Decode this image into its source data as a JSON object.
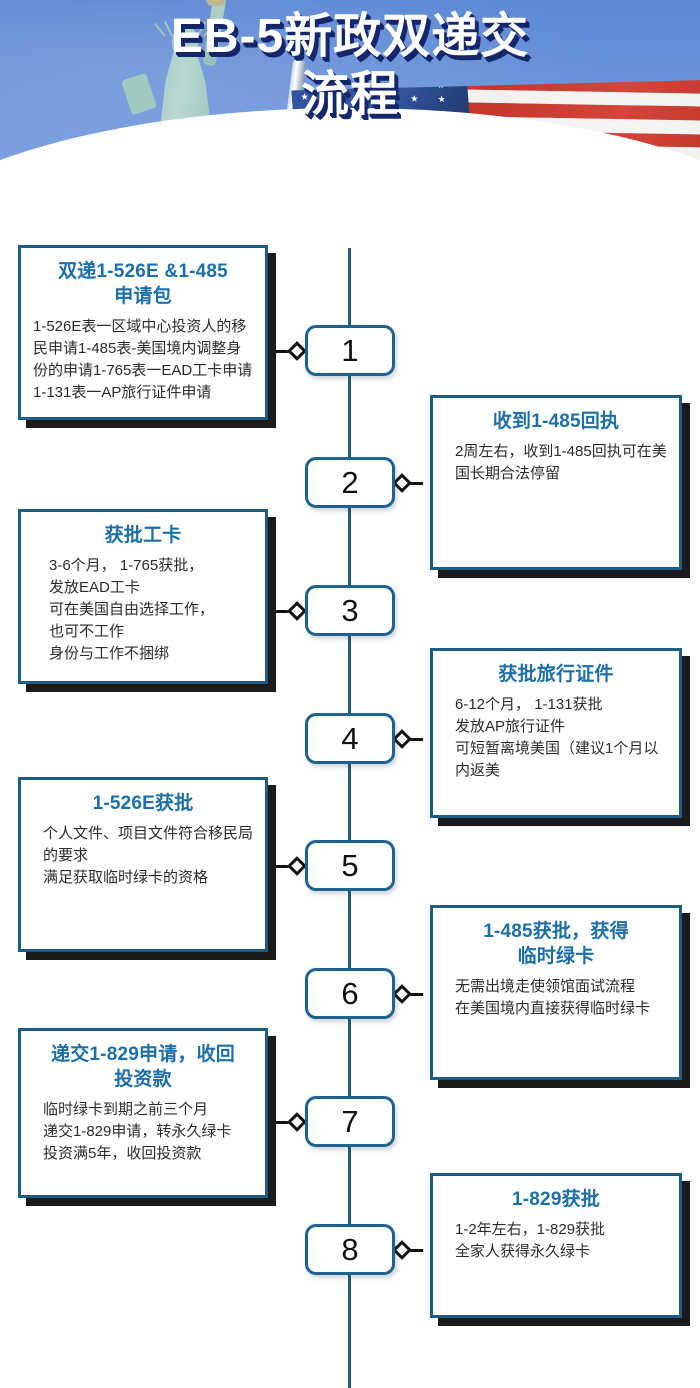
{
  "header": {
    "title_line1": "EB-5新政双递交",
    "title_line2": "流程",
    "imagery": [
      "statue-of-liberty",
      "us-flag",
      "flagpole"
    ],
    "colors": {
      "sky": "#6d95da",
      "band": "#dde4ee"
    }
  },
  "theme": {
    "card_border": "#1c5e83",
    "card_shadow": "#1b1b1b",
    "heading_text": "#1c6fa8",
    "body_text": "#2c2c2c",
    "badge_border": "#1f628c",
    "spine": "#1d5f86",
    "connector": "#111111"
  },
  "flow": {
    "steps": [
      {
        "number": "1",
        "side": "left",
        "heading": "双递1-526E &1-485\n申请包",
        "body": "1-526E表一区域中心投资人的移民申请1-485表-美国境内调整身份的申请1-765表一EAD工卡申请1-131表一AP旅行证件申请"
      },
      {
        "number": "2",
        "side": "right",
        "heading": "收到1-485回执",
        "body": "2周左右，收到1-485回执可在美国长期合法停留"
      },
      {
        "number": "3",
        "side": "left",
        "heading": "获批工卡",
        "body": "3-6个月， 1-765获批，\n发放EAD工卡\n可在美国自由选择工作，\n也可不工作\n身份与工作不捆绑"
      },
      {
        "number": "4",
        "side": "right",
        "heading": "获批旅行证件",
        "body": "6-12个月， 1-131获批\n发放AP旅行证件\n可短暂离境美国（建议1个月以内返美"
      },
      {
        "number": "5",
        "side": "left",
        "heading": "1-526E获批",
        "body": "个人文件、项目文件符合移民局的要求\n满足获取临时绿卡的资格"
      },
      {
        "number": "6",
        "side": "right",
        "heading": "1-485获批，获得\n临时绿卡",
        "body": "无需出境走使领馆面试流程\n在美国境内直接获得临时绿卡"
      },
      {
        "number": "7",
        "side": "left",
        "heading": "递交1-829申请，收回\n投资款",
        "body": "临时绿卡到期之前三个月\n递交1-829申请，转永久绿卡\n投资满5年，收回投资款"
      },
      {
        "number": "8",
        "side": "right",
        "heading": "1-829获批",
        "body": "1-2年左右，1-829获批\n全家人获得永久绿卡"
      }
    ]
  }
}
